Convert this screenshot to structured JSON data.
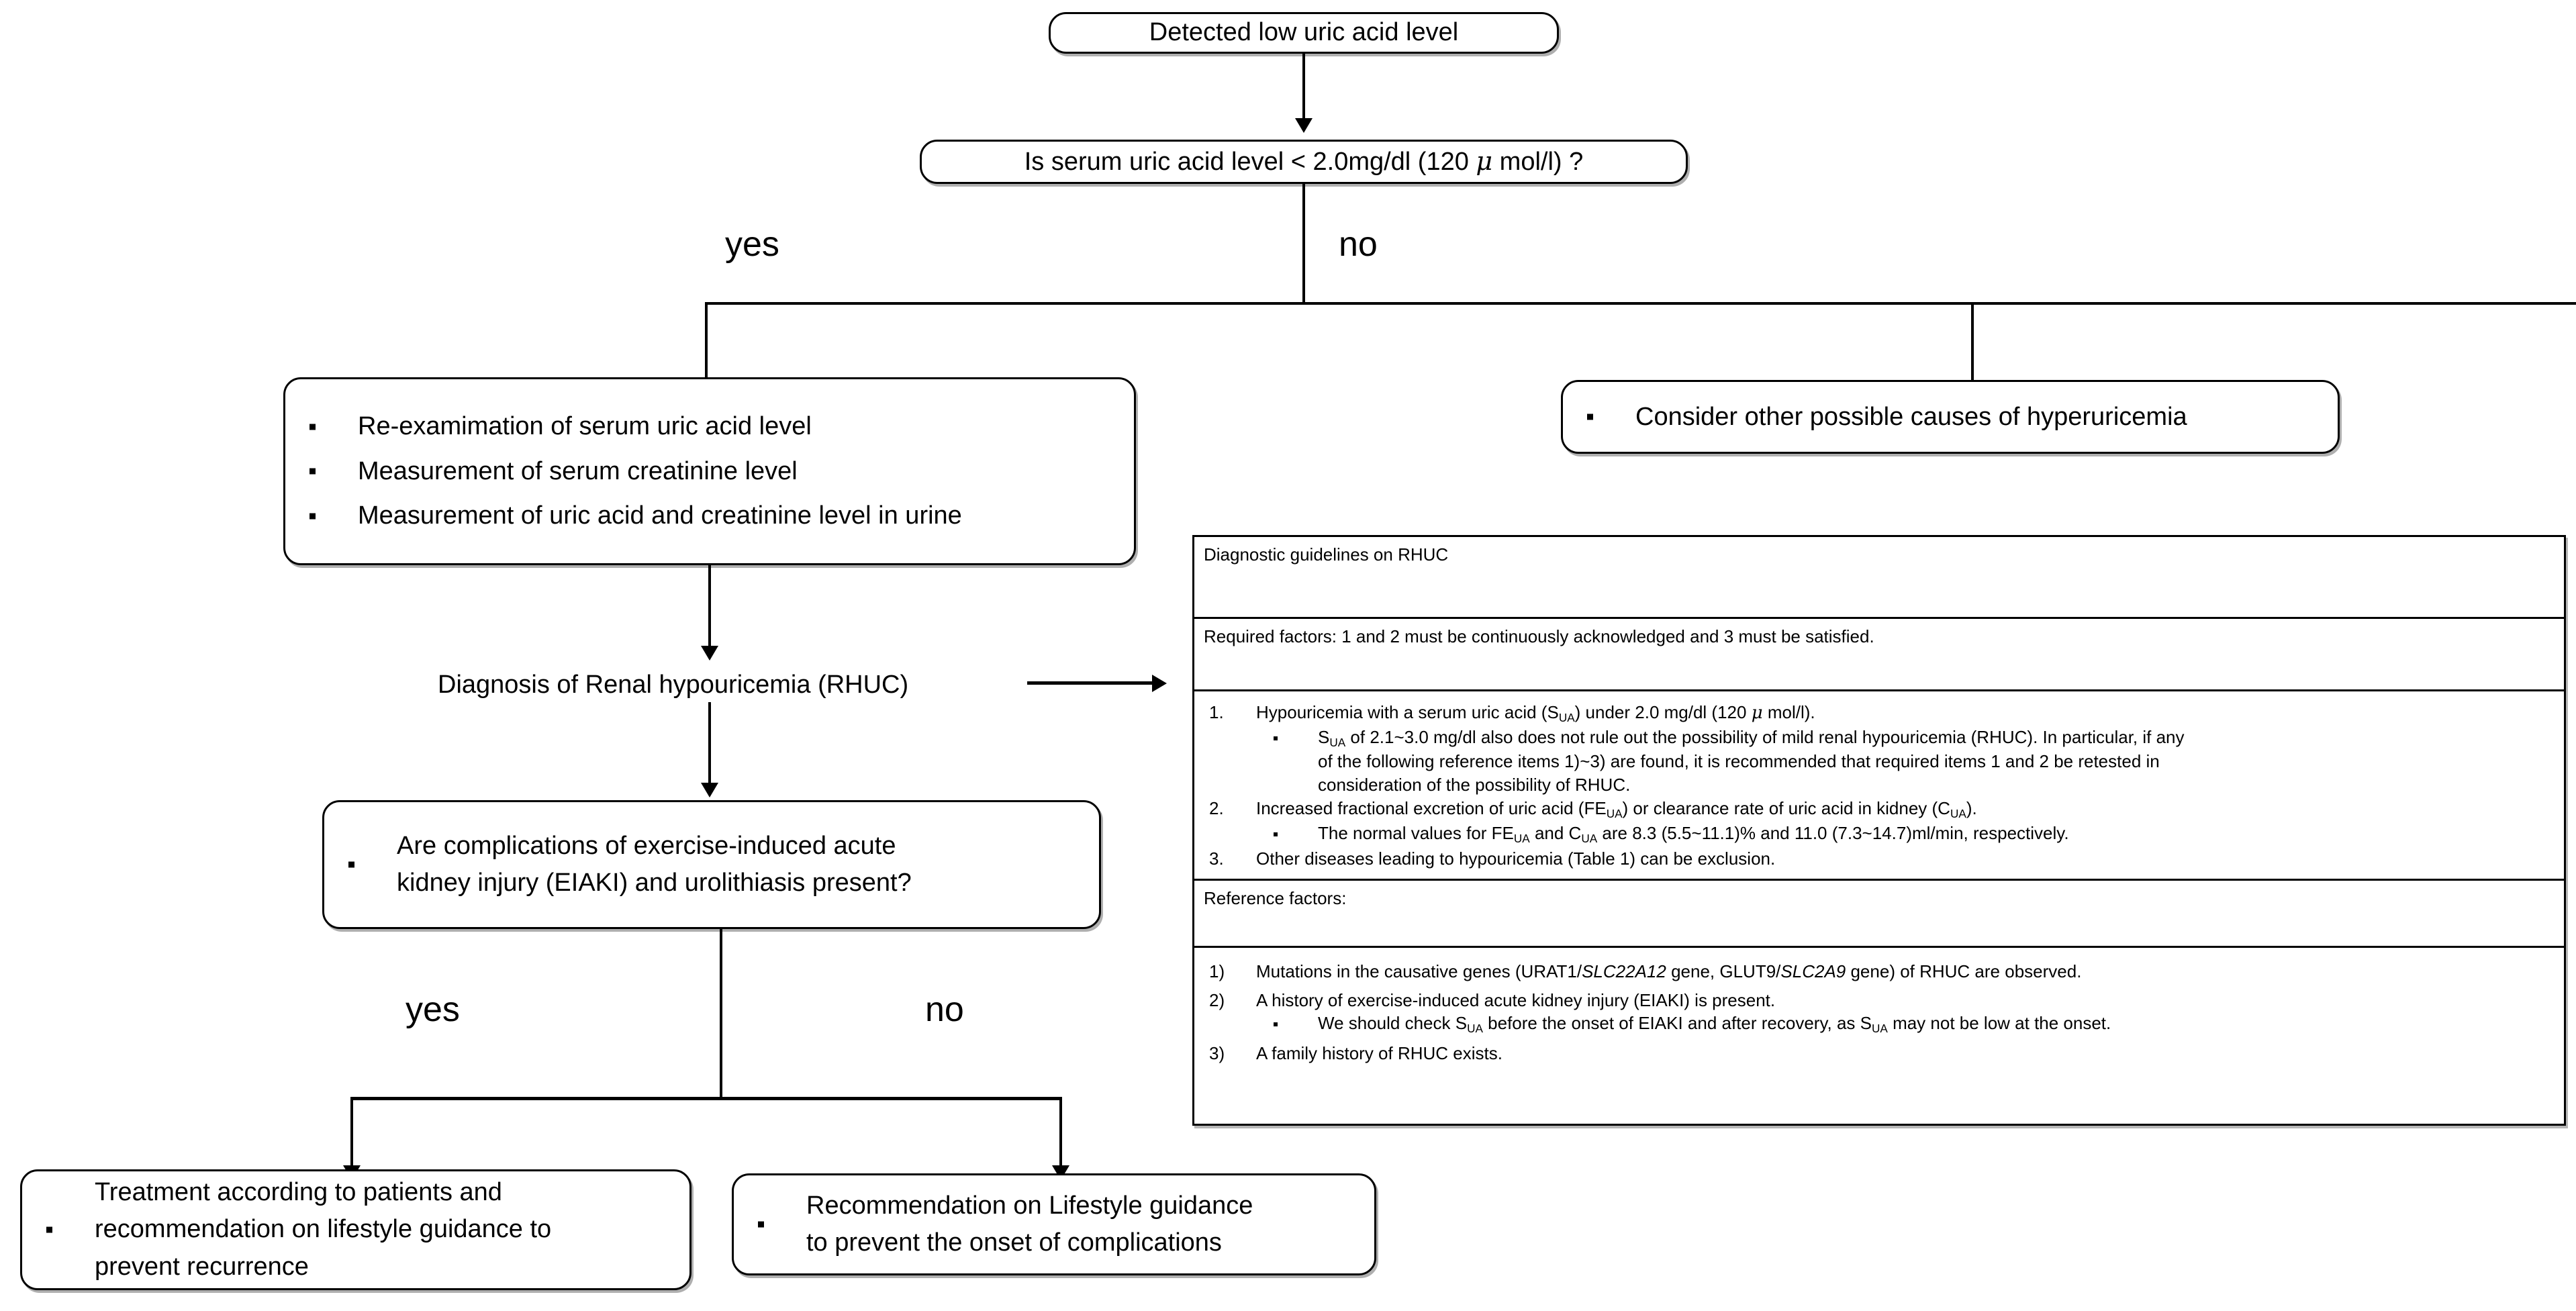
{
  "nodes": {
    "start": "Detected low uric acid level",
    "decision1": "Is serum uric acid level < 2.0mg/dl (120 μ mol/l) ?",
    "branch1_yes": "yes",
    "branch1_no": "no",
    "workup_bullets": [
      "Re-examimation of serum uric acid level",
      "Measurement of serum creatinine level",
      "Measurement of uric acid and creatinine level in urine"
    ],
    "other_causes": "Consider other possible causes of hyperuricemia",
    "diagnosis_label": "Diagnosis of Renal hypouricemia (RHUC)",
    "decision2_line1": "Are complications of exercise-induced acute",
    "decision2_line2": "kidney injury (EIAKI)  and urolithiasis present?",
    "branch2_yes": "yes",
    "branch2_no": "no",
    "outcome_yes_line1": "Treatment according to patients and",
    "outcome_yes_line2": "recommendation on  lifestyle guidance to",
    "outcome_yes_line3": "prevent recurrence",
    "outcome_no_line1": "Recommendation on Lifestyle guidance",
    "outcome_no_line2": "to prevent the onset of complications"
  },
  "guidelines": {
    "title": "Diagnostic guidelines on RHUC",
    "required_header": "Required factors: 1 and 2 must be continuously acknowledged and 3 must be satisfied.",
    "required_items": [
      {
        "marker": "1.",
        "text_pre": "Hypouricemia with a serum uric acid (S",
        "text_sub1": "UA",
        "text_mid": ") under 2.0 mg/dl (120 ",
        "text_mu": "μ",
        "text_post": " mol/l).",
        "sub": [
          {
            "pre": "S",
            "sub1": "UA",
            "line1": " of 2.1~3.0 mg/dl also does not rule out the possibility of mild renal hypouricemia (RHUC). In particular, if any",
            "line2": "of the following reference items 1)~3) are found, it is recommended that required items 1 and 2 be retested in",
            "line3": "consideration of the possibility of RHUC."
          }
        ]
      },
      {
        "marker": "2.",
        "text_pre": "Increased fractional excretion of uric acid (FE",
        "text_sub1": "UA",
        "text_mid": ") or clearance rate of uric acid in kidney (C",
        "text_sub2": "UA",
        "text_post": ").",
        "sub": [
          {
            "pre": "The normal values for FE",
            "sub1": "UA",
            "mid": " and C",
            "sub2": "UA",
            "post": " are 8.3 (5.5~11.1)% and 11.0 (7.3~14.7)ml/min, respectively."
          }
        ]
      },
      {
        "marker": "3.",
        "text_plain": "Other diseases leading to hypouricemia (Table 1) can be exclusion."
      }
    ],
    "reference_header": "Reference factors:",
    "reference_items": [
      {
        "marker": "1)",
        "pre": "Mutations in the causative genes (URAT1/",
        "ital1": "SLC22A12",
        "mid": " gene, GLUT9/",
        "ital2": "SLC2A9",
        "post": " gene) of RHUC are observed."
      },
      {
        "marker": "2)",
        "plain": "A history of exercise-induced acute kidney injury (EIAKI) is present.",
        "sub": {
          "pre": "We should check S",
          "sub1": "UA",
          "mid": " before the onset of EIAKI and after recovery, as S",
          "sub2": "UA",
          "post": " may not be low at the onset."
        }
      },
      {
        "marker": "3)",
        "plain": "A family history of RHUC exists."
      }
    ]
  },
  "colors": {
    "stroke": "#000000",
    "shadow": "#6e6e6e",
    "background": "#ffffff"
  }
}
